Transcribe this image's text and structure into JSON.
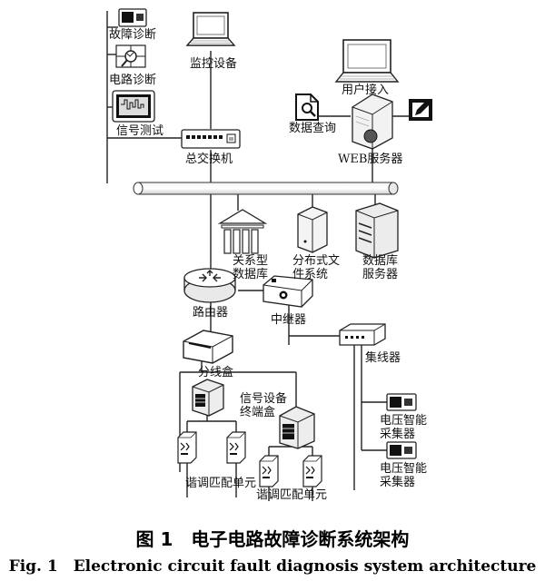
{
  "labels": {
    "fault_diag": "故障诊断",
    "circuit_diag": "电路诊断",
    "signal_test": "信号测试",
    "monitor": "监控设备",
    "main_switch": "总交换机",
    "user_access": "用户接入",
    "data_query": "数据查询",
    "web_server": "WEB服务器",
    "relational_db": "关系型\n数据库",
    "dist_fs": "分布式文\n件系统",
    "db_server": "数据库\n服务器",
    "router": "路由器",
    "repeater": "中继器",
    "hub": "集线器",
    "junction_box": "分线盒",
    "signal_terminal": "信号设备\n终端盒",
    "tuning_unit_1": "谐调匹配单元",
    "tuning_unit_2": "谐调匹配单元",
    "voltage_collector_1": "电压智能\n采集器",
    "voltage_collector_2": "电压智能\n采集器"
  },
  "caption": {
    "chinese": "图 1　电子电路故障诊断系统架构",
    "english": "Fig. 1　Electronic circuit fault diagnosis system architecture"
  }
}
